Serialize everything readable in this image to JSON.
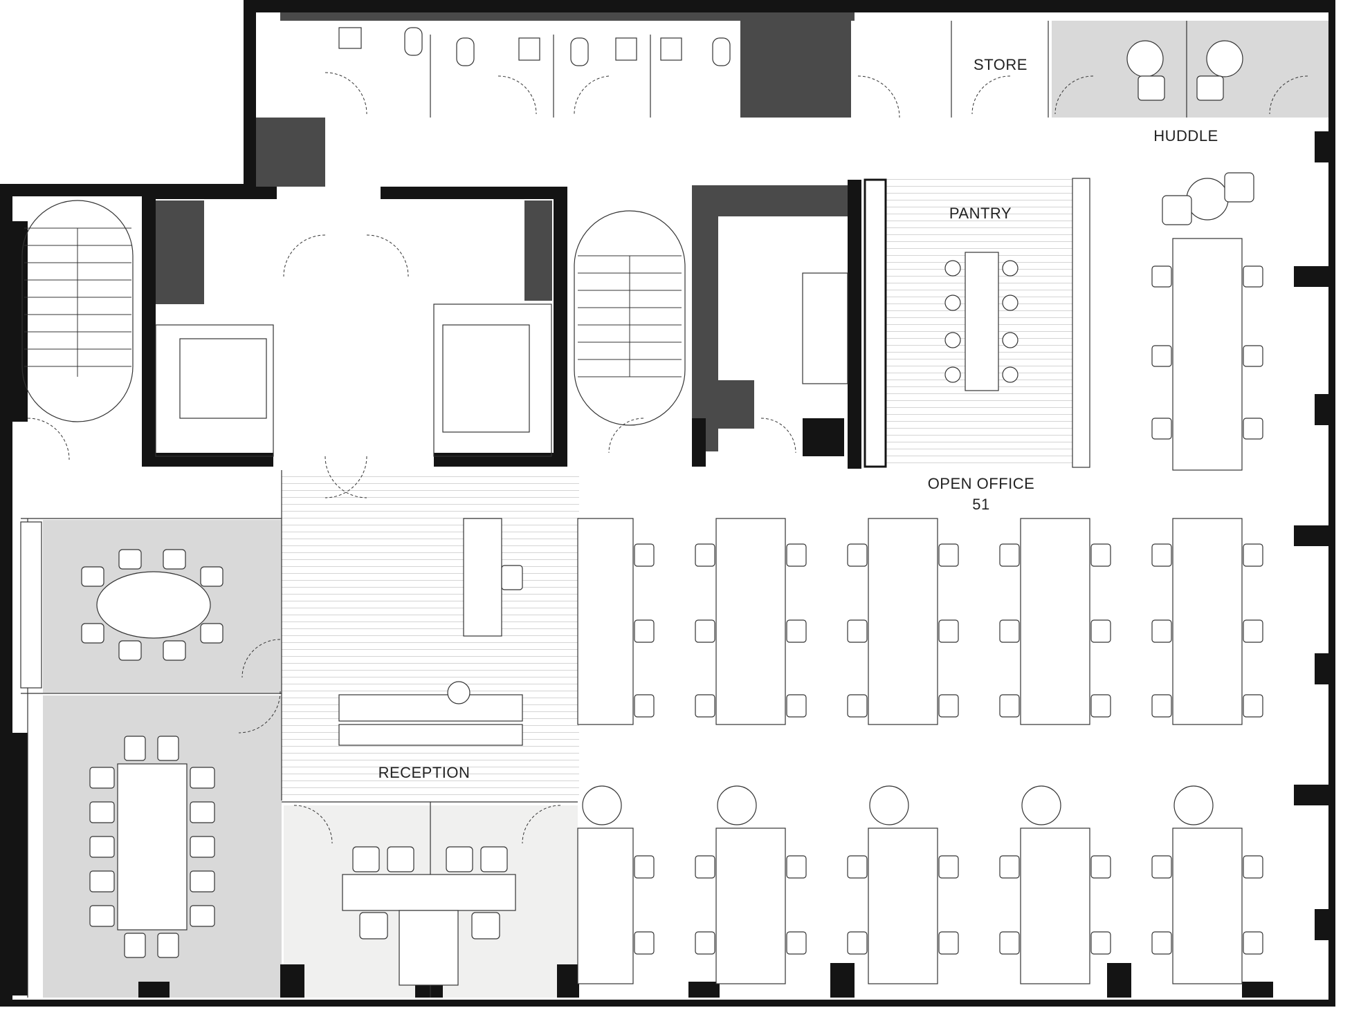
{
  "labels": {
    "store": "STORE",
    "huddle": "HUDDLE",
    "pantry": "PANTRY",
    "open_office": "OPEN OFFICE",
    "open_office_count": "51",
    "reception": "RECEPTION"
  },
  "colors": {
    "wall": "#141414",
    "core": "#4a4a4a",
    "meeting_room": "#d9d9d9",
    "office_room": "#f0f0ef",
    "huddle_room": "#d9d9d9",
    "stripe": "#cfcfcf"
  }
}
